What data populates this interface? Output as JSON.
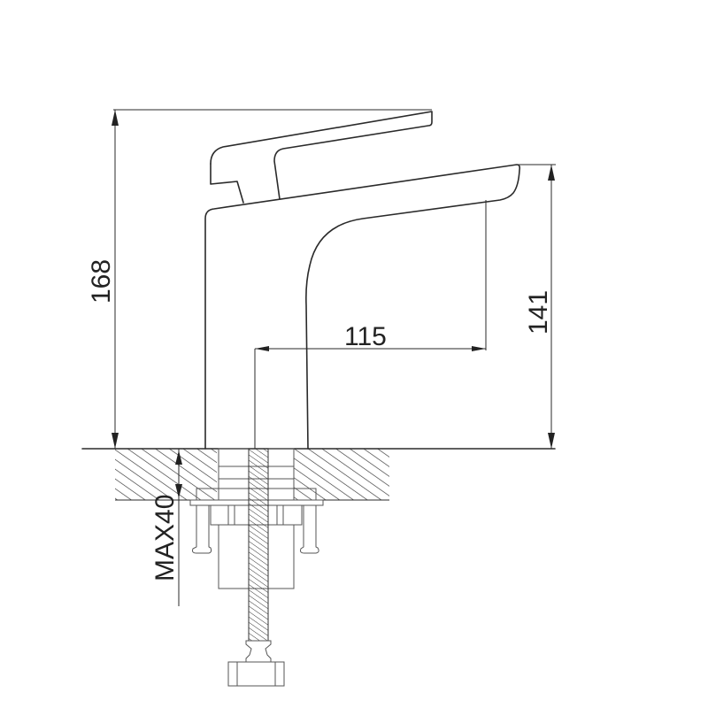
{
  "drawing": {
    "subject": "single lever basin faucet technical drawing",
    "dimensions": {
      "overall_height": "168",
      "spout_height": "141",
      "spout_reach": "115",
      "max_counter_thickness": "MAX40"
    },
    "units": "mm",
    "colors": {
      "line": "#2a2a2a",
      "background": "#ffffff"
    }
  }
}
